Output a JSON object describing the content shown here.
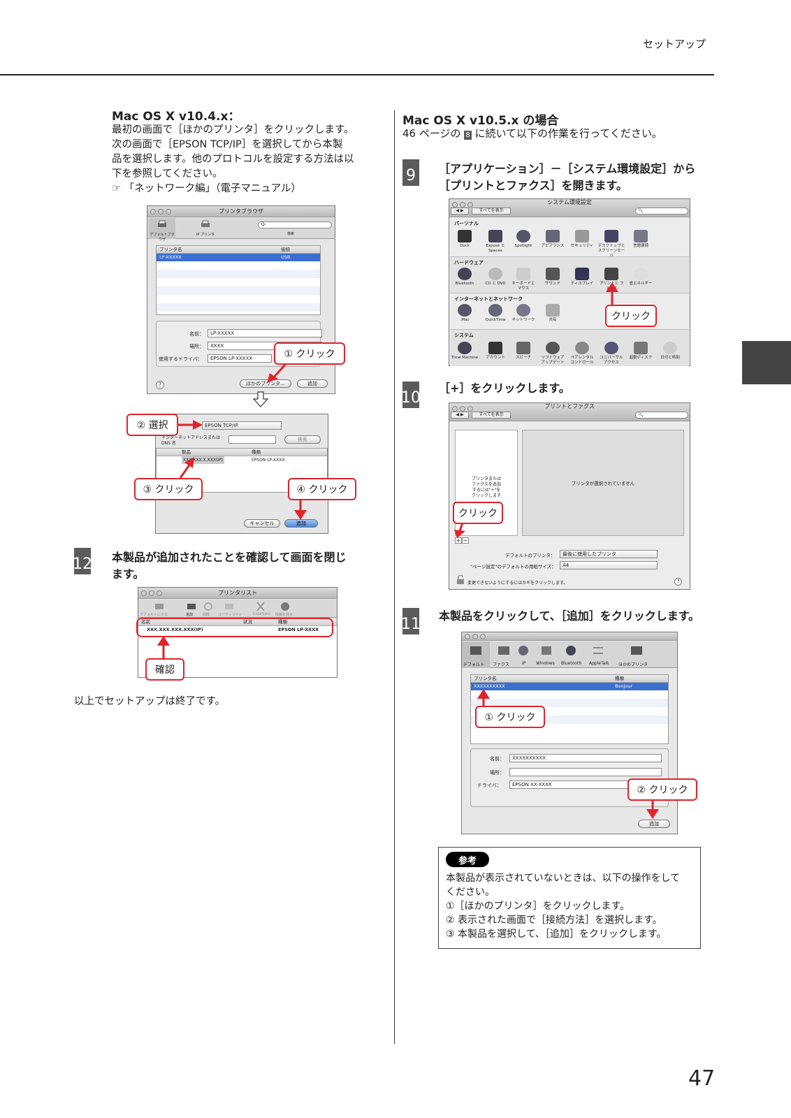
{
  "header": {
    "section_title": "セットアップ",
    "page_number": "47"
  },
  "left": {
    "os104": {
      "heading": "Mac OS X v10.4.x：",
      "lines": [
        "最初の画面で［ほかのプリンタ］をクリックします。",
        "次の画面で［EPSON TCP/IP］を選択してから本製",
        "品を選択します。他のプロトコルを設定する方法は以",
        "下を参照してください。"
      ],
      "ref": "「ネットワーク編」（電子マニュアル）"
    },
    "browser": {
      "title": "プリンタブラウザ",
      "tb_default": "デフォルトブラウザ",
      "tb_ip": "IP プリンタ",
      "search_label": "検索",
      "search_ph": "Q-",
      "col_name": "プリンタ名",
      "col_kind": "接続",
      "row_name": "LP-XXXXX",
      "row_kind": "USB",
      "lbl_name": "名前：",
      "val_name": "LP-XXXXX",
      "lbl_place": "場所：",
      "val_place": "XXXX",
      "lbl_driver": "使用するドライバ：",
      "val_driver": "EPSON LP-XXXXX",
      "btn_other": "ほかのプリンタ...",
      "btn_add": "追加",
      "help": "?"
    },
    "tcp": {
      "select_val": "EPSON TCP/IP",
      "addr_label1": "インターネットアドレスまたは",
      "addr_label2": "DNS 名",
      "btn_search": "検索",
      "col_product": "製品",
      "col_kind": "種類",
      "row_product": "XXX.XXX.X.XXX(IP)",
      "row_kind": "EPSON LP-XXXX",
      "btn_cancel": "キャンセル",
      "btn_add": "追加"
    },
    "callouts": {
      "c1": "① クリック",
      "c2": "② 選択",
      "c3": "③ クリック",
      "c4": "④ クリック",
      "confirm": "確認"
    },
    "step12": {
      "num": "12",
      "text1": "本製品が追加されたことを確認して画面を閉じ",
      "text2": "ます。"
    },
    "printlist": {
      "title": "プリンタリスト",
      "tools": [
        "デフォルトにする",
        "追加",
        "削除",
        "ユーティリティ",
        "ColorSync",
        "情報を見る"
      ],
      "col_name": "名前",
      "col_status": "状況",
      "col_kind": "種類",
      "row_name": "XXX.XXX.XXX.XXX(IP)",
      "row_kind": "EPSON LP-XXXX"
    },
    "end_text": "以上でセットアップは終了です。"
  },
  "right": {
    "os105": {
      "heading": "Mac OS X v10.5.x の場合",
      "line_prefix": "46 ページの",
      "line_box": "8",
      "line_suffix": "に続いて以下の作業を行ってください。"
    },
    "step9": {
      "num": "9",
      "text1": "［アプリケーション］－［システム環境設定］から",
      "text2": "［プリントとファクス］を開きます。"
    },
    "syspref": {
      "title": "システム環境設定",
      "show_all": "すべてを表示",
      "sections": [
        "パーソナル",
        "ハードウェア",
        "インターネットとネットワーク",
        "システム"
      ],
      "personal": [
        "Dock",
        "Exposé と Spaces",
        "Spotlight",
        "アピアランス",
        "セキュリティ",
        "デスクトップと スクリーンセーバ",
        "言語環境"
      ],
      "hardware": [
        "Bluetooth",
        "CD と DVD",
        "キーボードと マウス",
        "サウンド",
        "ディスプレイ",
        "プリントと ファクス",
        "省エネルギー"
      ],
      "internet": [
        ".Mac",
        "QuickTime",
        "ネットワーク",
        "共有"
      ],
      "system": [
        "Time Machine",
        "アカウント",
        "スピーチ",
        "ソフトウェア アップデート",
        "ペアレンタル コントロール",
        "ユニバーサル アクセス",
        "起動ディスク",
        "日付と時刻"
      ],
      "callout": "クリック"
    },
    "step10": {
      "num": "10",
      "text": "［+］をクリックします。"
    },
    "printfax": {
      "title": "プリントとファクス",
      "show_all": "すべてを表示",
      "left_msg1": "プリンタまたは",
      "left_msg2": "ファクスを追加",
      "left_msg3": "するには\"+\"を",
      "left_msg4": "クリックします",
      "right_msg": "プリンタが選択されていません",
      "plus": "+",
      "minus": "−",
      "lbl_default": "デフォルトのプリンタ：",
      "val_default": "最後に使用したプリンタ",
      "lbl_paper": "\"ページ設定\"のデフォルトの用紙サイズ：",
      "val_paper": "A4",
      "lock_msg": "変更できないようにするにはカギをクリックします。",
      "help": "?",
      "callout": "クリック"
    },
    "step11": {
      "num": "11",
      "text": "本製品をクリックして、［追加］をクリックします。"
    },
    "addwin": {
      "tools": [
        "デフォルト",
        "ファクス",
        "IP",
        "Windows",
        "Bluetooth",
        "AppleTalk",
        "ほかのプリンタ"
      ],
      "col_name": "プリンタ名",
      "col_kind": "種類",
      "row_name": "XXXXXXXXXX",
      "row_kind": "Bonjour",
      "lbl_name": "名前：",
      "val_name": "XXXXXXXXXX",
      "lbl_place": "場所：",
      "lbl_driver": "ドライバ：",
      "val_driver": "EPSON XX-XXXX",
      "btn_add": "追加",
      "c1": "① クリック",
      "c2": "② クリック"
    },
    "note": {
      "badge": "参考",
      "lines": [
        "本製品が表示されていないときは、以下の操作をして",
        "ください。",
        "①［ほかのプリンタ］をクリックします。",
        "② 表示された画面で［接続方法］を選択します。",
        "③ 本製品を選択して、［追加］をクリックします。"
      ]
    }
  },
  "colors": {
    "callout_red": "#e0242c",
    "step_gray": "#5b5b5b",
    "select_blue": "#3b6fcf"
  }
}
